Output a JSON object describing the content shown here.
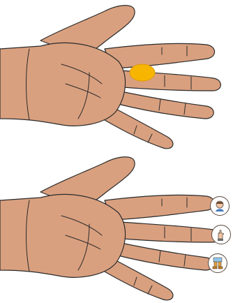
{
  "scene": {
    "background_color": "#ffffff",
    "skin_color": "#d9a07f",
    "outline_color": "#2b2b2b",
    "marker_color": "#f7b500",
    "badge_border_color": "#5a4a42"
  },
  "hand_top": {
    "icon": "hand-palm",
    "marker": {
      "icon": "yellow-oval-marker",
      "color": "#f7b500"
    }
  },
  "hand_bottom": {
    "icon": "hand-palm",
    "finger_badges": [
      {
        "icon": "person-face-icon"
      },
      {
        "icon": "hand-gesture-icon"
      },
      {
        "icon": "feet-boots-icon"
      }
    ]
  }
}
